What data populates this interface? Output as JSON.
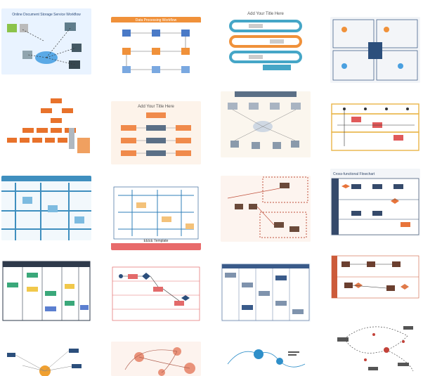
{
  "gallery": {
    "tiles": [
      {
        "title": "Online Document Storage Service Workflow",
        "accent": "#3b7bd4",
        "bg": "#e9f3ff"
      },
      {
        "title": "Data Processing Workflow",
        "accent": "#f0913a",
        "bg": "#ffffff"
      },
      {
        "title": "Add Your Title Here",
        "accent": "#45a6c7",
        "bg": "#ffffff"
      },
      {
        "title": "",
        "accent": "#2c4f7c",
        "bg": "#f3f5f8"
      },
      {
        "title": "",
        "accent": "#e8722b",
        "bg": "#ffffff"
      },
      {
        "title": "Add Your Title Here",
        "accent": "#f08a4b",
        "bg": "#fdf3ea"
      },
      {
        "title": "",
        "accent": "#5b6f86",
        "bg": "#fbf6ee"
      },
      {
        "title": "",
        "accent": "#e9b547",
        "bg": "#ffffff"
      },
      {
        "title": "",
        "accent": "#3f8fbf",
        "bg": "#f2f8fc"
      },
      {
        "title": "EEEE Template",
        "accent": "#e86a6a",
        "bg": "#ffffff"
      },
      {
        "title": "",
        "accent": "#c0503b",
        "bg": "#fdf4ef"
      },
      {
        "title": "Cross-functional Flowchart",
        "accent": "#354a6b",
        "bg": "#f3f5f8"
      },
      {
        "title": "",
        "accent": "#2e3a4b",
        "bg": "#ffffff"
      },
      {
        "title": "",
        "accent": "#e36a6a",
        "bg": "#ffffff"
      },
      {
        "title": "",
        "accent": "#3a5b8a",
        "bg": "#f4f8fc"
      },
      {
        "title": "",
        "accent": "#cc5b3a",
        "bg": "#ffffff"
      },
      {
        "title": "",
        "accent": "#f0a030",
        "bg": "#ffffff"
      },
      {
        "title": "",
        "accent": "#e9927a",
        "bg": "#fdf3ee"
      },
      {
        "title": "",
        "accent": "#2f8fc9",
        "bg": "#ffffff"
      },
      {
        "title": "",
        "accent": "#c3433a",
        "bg": "#ffffff"
      }
    ]
  }
}
